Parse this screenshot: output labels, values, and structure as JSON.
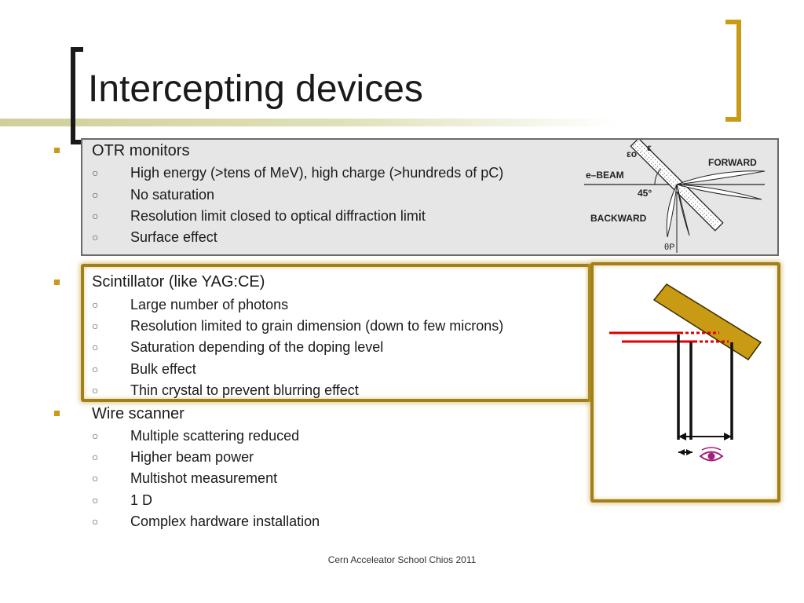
{
  "slide": {
    "title": "Intercepting devices",
    "footer": "Cern Acceleator School Chios 2011"
  },
  "colors": {
    "accent_gold": "#c99a13",
    "frame_gold": "#a17f1a",
    "box_gray": "#e6e6e6",
    "beam_red": "#e00000",
    "eye_purple": "#a0207a"
  },
  "sections": [
    {
      "heading": "OTR monitors",
      "items": [
        "High energy (>tens of MeV), high charge (>hundreds of pC)",
        "No saturation",
        "Resolution limit closed to optical diffraction limit",
        "Surface effect"
      ]
    },
    {
      "heading": "Scintillator (like YAG:CE)",
      "items": [
        "Large number of photons",
        "Resolution limited to grain dimension (down to few microns)",
        "Saturation depending of the doping level",
        "Bulk effect",
        "Thin crystal to prevent blurring effect"
      ]
    },
    {
      "heading": "Wire scanner",
      "items": [
        "Multiple scattering reduced",
        "Higher beam power",
        "Multishot measurement",
        "1 D",
        "Complex hardware installation"
      ]
    }
  ],
  "otr_diagram": {
    "label_forward": "FORWARD",
    "label_backward": "BACKWARD",
    "label_beam": "e–BEAM",
    "label_angle": "45°",
    "label_eps0": "εo",
    "label_eps": "ε",
    "label_theta": "θP"
  },
  "icons": {
    "bullet_level1": "square-bullet",
    "bullet_level2": "circle-bullet",
    "observer": "eye-icon"
  }
}
